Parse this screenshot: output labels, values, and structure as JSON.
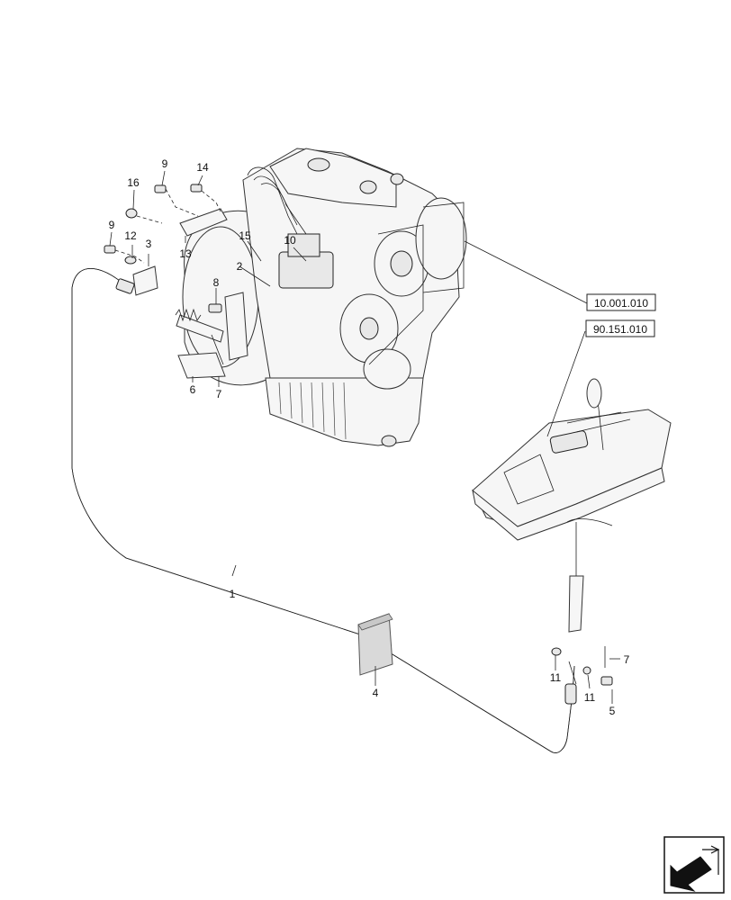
{
  "references": {
    "engine": "10.001.010",
    "shifter": "90.151.010"
  },
  "callouts": {
    "c1": "1",
    "c2": "2",
    "c3": "3",
    "c4": "4",
    "c5": "5",
    "c6": "6",
    "c7a": "7",
    "c7b": "7",
    "c8": "8",
    "c9a": "9",
    "c9b": "9",
    "c10": "10",
    "c11a": "11",
    "c11b": "11",
    "c12": "12",
    "c13": "13",
    "c14": "14",
    "c15": "15",
    "c16": "16"
  },
  "icons": {
    "nav": "return-arrow-icon"
  }
}
